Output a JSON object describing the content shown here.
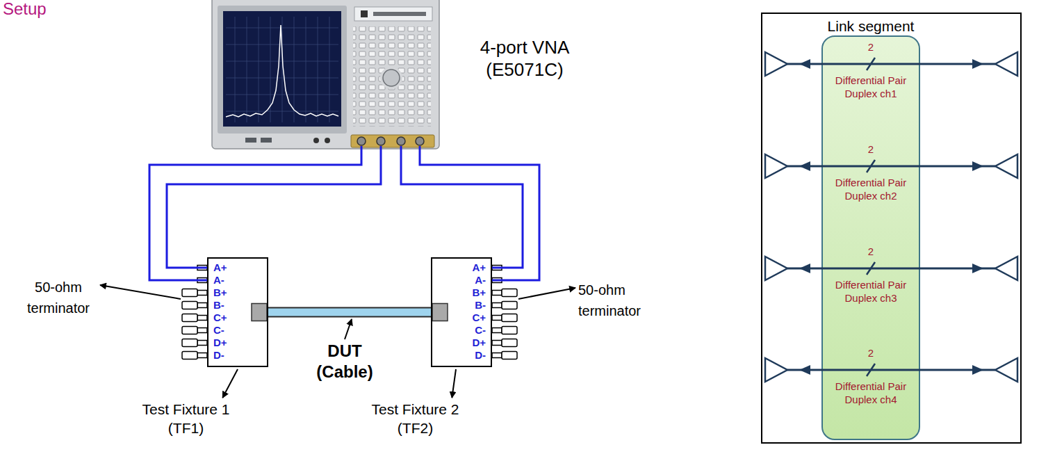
{
  "diagram": {
    "title": "Setup",
    "nodes": [
      {
        "text": [
          "4-port VNA (E5071C)"
        ]
      },
      {
        "text": [
          "A+",
          "A-",
          "B+",
          "B-",
          "C+",
          "C-",
          "D+",
          "D-"
        ]
      },
      {
        "text": [
          "A+",
          "A-",
          "B+",
          "B-",
          "C+",
          "C-",
          "D+",
          "D-"
        ]
      },
      {
        "text": [
          "Link segment"
        ]
      },
      {
        "text": [
          "2",
          "Differential Pair Duplex ch1",
          "2",
          "Differential Pair Duplex ch2",
          "2",
          "Differential Pair Duplex ch3",
          "2",
          "Differential Pair Duplex ch4"
        ],
        "in": 3
      }
    ],
    "edges": [
      {
        "from": 0,
        "to": 1,
        "arrow": "none"
      },
      {
        "from": 0,
        "to": 1,
        "arrow": "none"
      },
      {
        "from": 0,
        "to": 2,
        "arrow": "none"
      },
      {
        "from": 0,
        "to": 2,
        "arrow": "none"
      },
      {
        "from": 1,
        "to": 2,
        "arrow": "none"
      }
    ],
    "labels": [
      "50-ohm terminator",
      "50-ohm terminator",
      "DUT (Cable)",
      "Test Fixture 1 (TF1)",
      "Test Fixture 2 (TF2)"
    ]
  }
}
